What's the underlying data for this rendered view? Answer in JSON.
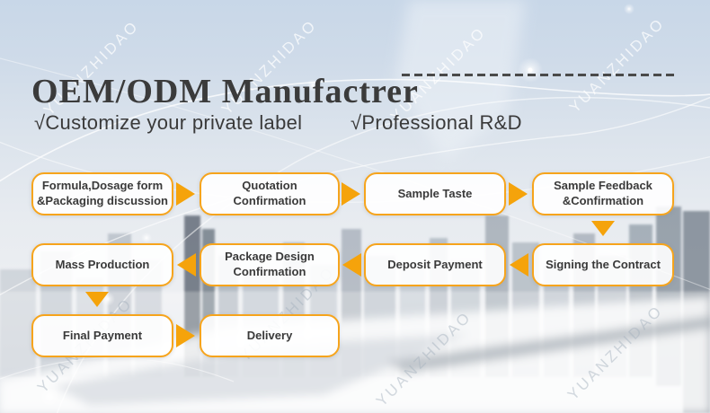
{
  "header": {
    "title": "OEM/ODM Manufactrer"
  },
  "features": [
    {
      "label": "√Customize your private label"
    },
    {
      "label": "√Professional R&D"
    }
  ],
  "flow_steps": [
    {
      "label": "Formula,Dosage form\n&Packaging discussion"
    },
    {
      "label": "Quotation Confirmation"
    },
    {
      "label": "Sample Taste"
    },
    {
      "label": "Sample Feedback\n&Confirmation"
    },
    {
      "label": "Signing the Contract"
    },
    {
      "label": "Deposit Payment"
    },
    {
      "label": "Package Design\nConfirmation"
    },
    {
      "label": "Mass Production"
    },
    {
      "label": "Final Payment"
    },
    {
      "label": "Delivery"
    }
  ],
  "watermark": {
    "text": "YUANZHIDAO"
  },
  "colors": {
    "accent_orange_border": "#F6A41C",
    "accent_orange_arrow": "#F5A30B",
    "title_text": "#3B3B3B",
    "body_text": "#3A3A3A"
  }
}
